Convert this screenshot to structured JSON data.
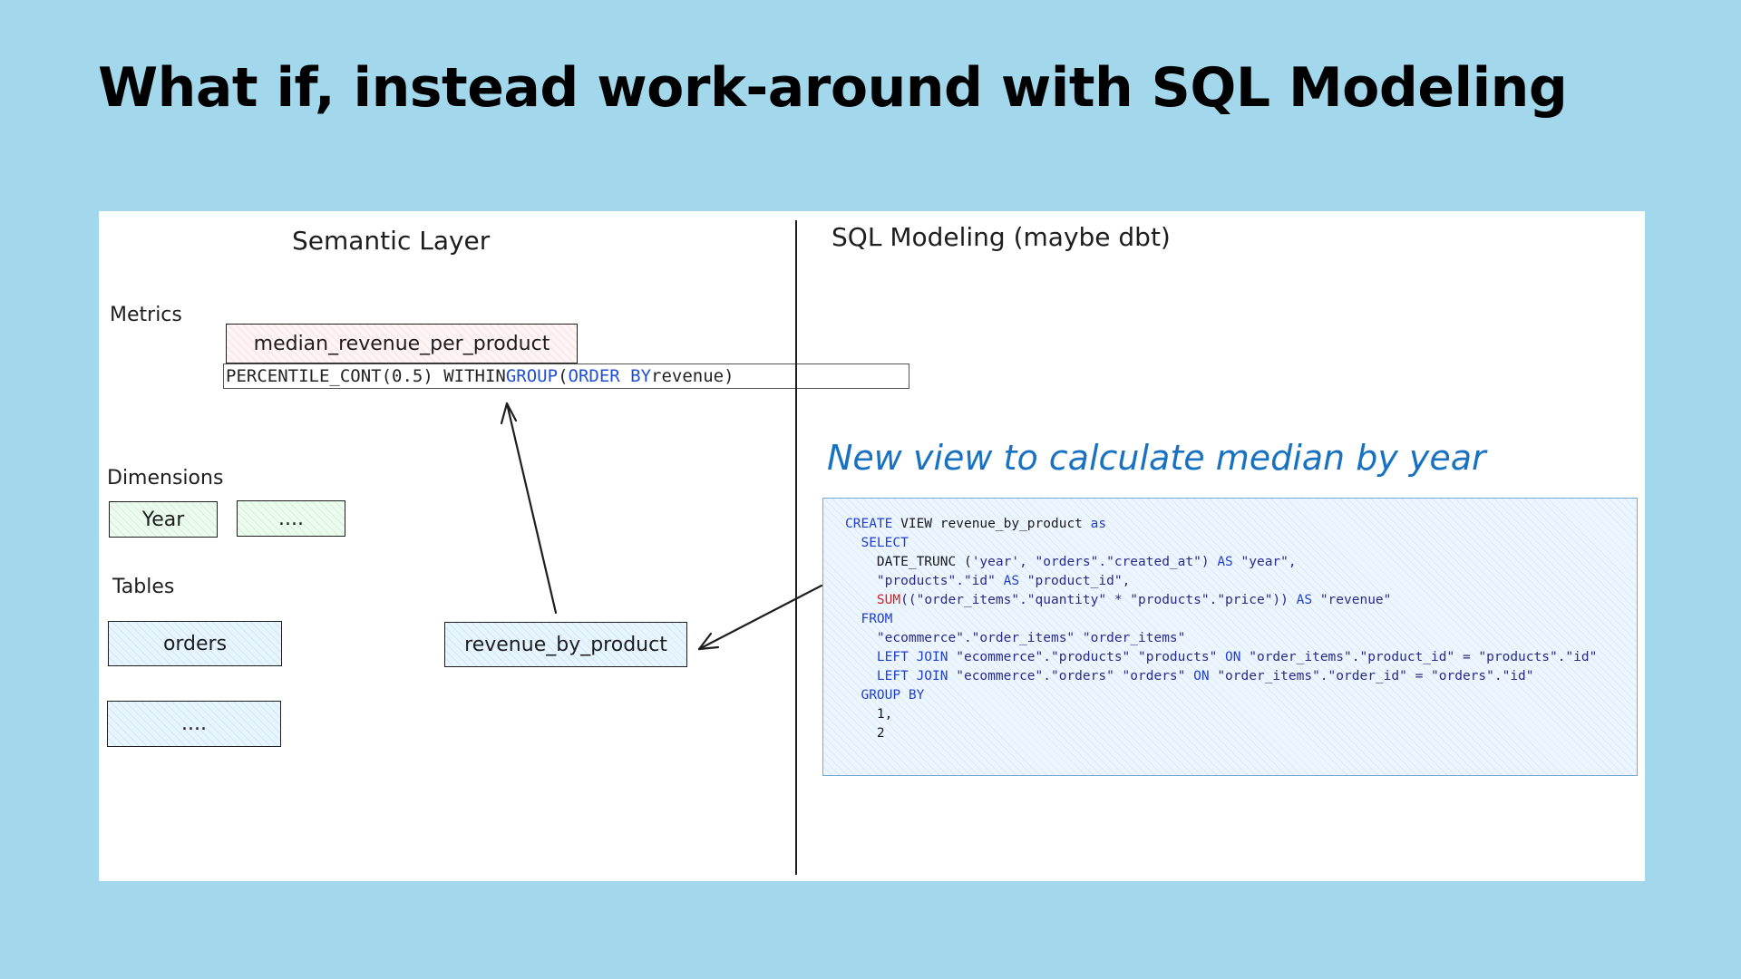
{
  "slide": {
    "title": "What if, instead work-around with SQL Modeling"
  },
  "semantic_layer": {
    "title": "Semantic Layer",
    "metrics_label": "Metrics",
    "metric_name": "median_revenue_per_product",
    "metric_formula": {
      "part1": "PERCENTILE_CONT(0.5) WITHIN ",
      "kw1": "GROUP",
      "part2": " (",
      "kw2": "ORDER BY",
      "part3": " revenue)"
    },
    "dimensions_label": "Dimensions",
    "dimensions": [
      "Year",
      "...."
    ],
    "tables_label": "Tables",
    "tables": [
      "orders",
      "...."
    ],
    "model_box": "revenue_by_product"
  },
  "sql_modeling": {
    "title": "SQL Modeling (maybe dbt)",
    "annotation": "New view to calculate median by year",
    "code": {
      "l1_kw1": "CREATE",
      "l1_txt": " VIEW revenue_by_product ",
      "l1_kw2": "as",
      "l2_kw": "SELECT",
      "l3_a": "DATE_TRUNC (",
      "l3_b": "'year', \"orders\".\"created_at\") ",
      "l3_kw": "AS",
      "l3_c": " \"year\",",
      "l4_a": "\"products\".\"id\" ",
      "l4_kw": "AS",
      "l4_b": " \"product_id\",",
      "l5_fn": "SUM",
      "l5_a": "((\"order_items\".\"quantity\" * \"products\".\"price\")) ",
      "l5_kw": "AS",
      "l5_b": " \"revenue\"",
      "l6_kw": "FROM",
      "l7": "\"ecommerce\".\"order_items\" \"order_items\"",
      "l8_kw1": "LEFT JOIN",
      "l8_a": " \"ecommerce\".\"products\" \"products\" ",
      "l8_kw2": "ON",
      "l8_b": " \"order_items\".\"product_id\" = \"products\".\"id\"",
      "l9_kw1": "LEFT JOIN",
      "l9_a": " \"ecommerce\".\"orders\" \"orders\" ",
      "l9_kw2": "ON",
      "l9_b": " \"order_items\".\"order_id\" = \"orders\".\"id\"",
      "l10_kw": "GROUP BY",
      "l11": "1,",
      "l12": "2"
    }
  },
  "colors": {
    "background": "#a3d7ec",
    "annotation": "#1971c2",
    "keyword": "#1f3fd0",
    "function": "#d02020"
  }
}
